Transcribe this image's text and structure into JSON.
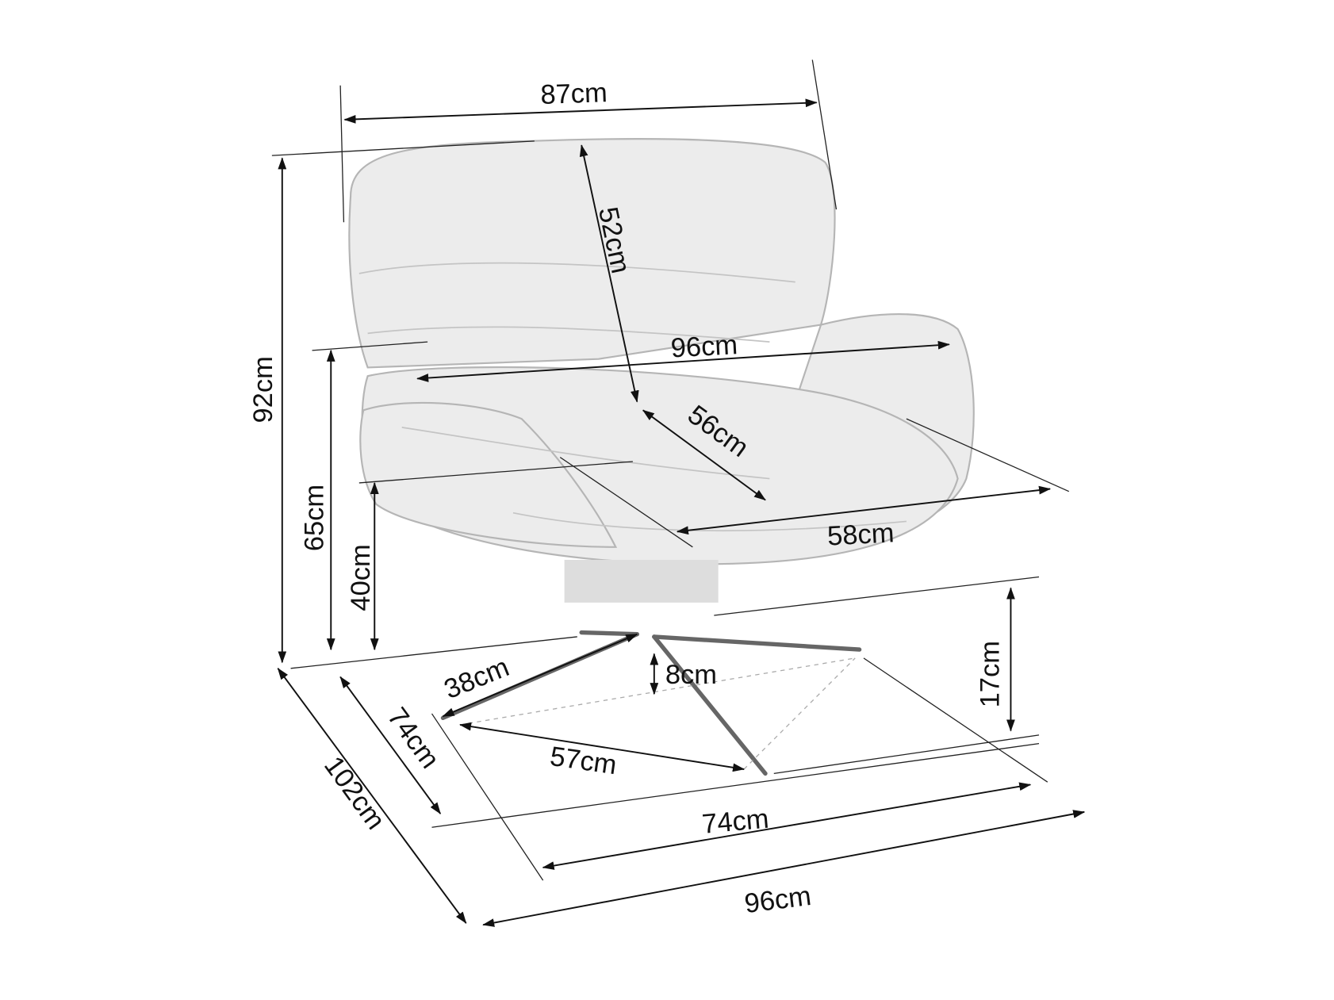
{
  "title": "Swivel armchair dimensions",
  "dimensions": {
    "overall_width_top": "87cm",
    "backrest_height": "52cm",
    "seat_width": "96cm",
    "seat_depth": "56cm",
    "armrest_depth": "58cm",
    "total_height": "92cm",
    "armrest_height": "65cm",
    "seat_height": "40cm",
    "base_height": "17cm",
    "leg_length": "38cm",
    "leg_rise": "8cm",
    "base_diameter": "57cm",
    "side_depth_inner": "74cm",
    "front_width_inner": "74cm",
    "overall_depth": "102cm",
    "overall_width": "96cm"
  },
  "colors": {
    "line": "#111111",
    "upholstery": "#ececec",
    "legs": "#666666"
  }
}
